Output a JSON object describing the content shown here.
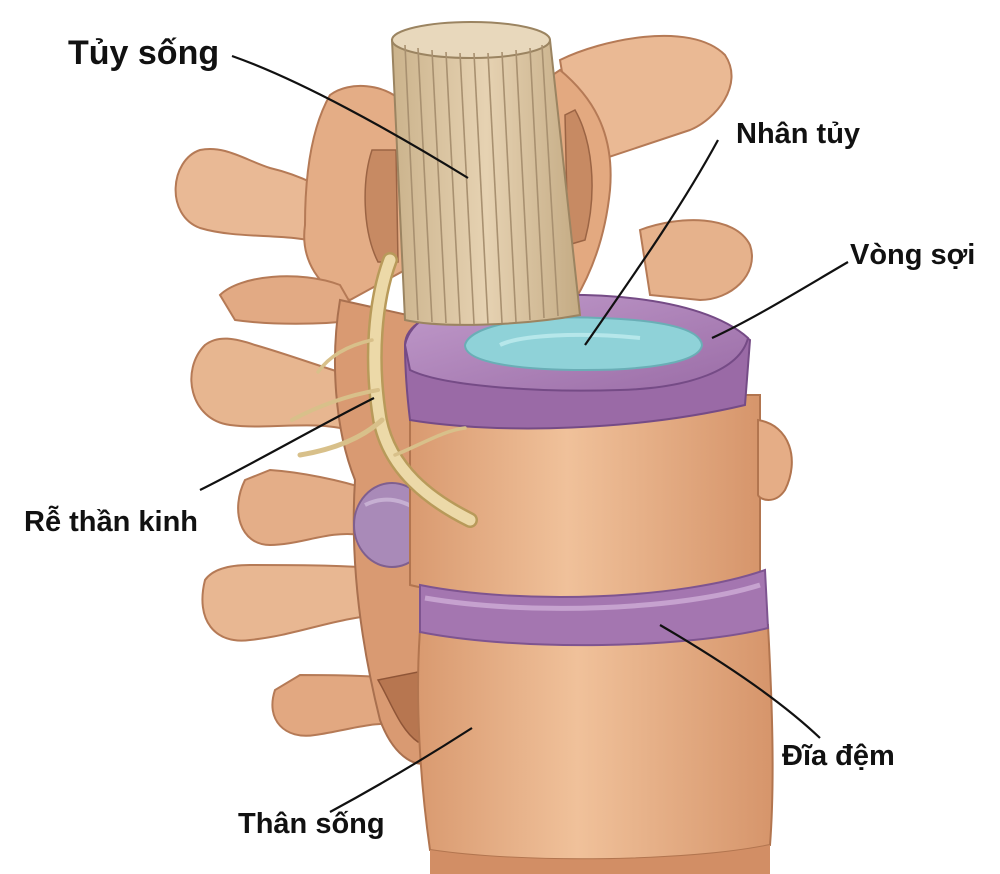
{
  "labels": {
    "spinal_cord": "Tủy sống",
    "nucleus_pulposus": "Nhân tủy",
    "annulus_fibrosus": "Vòng sợi",
    "nerve_root": "Rễ thần kinh",
    "intervertebral_disc": "Đĩa đệm",
    "vertebral_body": "Thân sống"
  },
  "colors": {
    "bone": "#e8b48e",
    "bone_shadow": "#c98a64",
    "bone_dark": "#a8684a",
    "spinal_cord": "#d9c3a0",
    "spinal_cord_lines": "#a8906c",
    "disc_purple": "#9e6fa8",
    "disc_purple_light": "#b98cc2",
    "nucleus": "#8fd3d8",
    "nerve": "#ecd9a8",
    "leader_line": "#111111",
    "label_text": "#111111"
  }
}
